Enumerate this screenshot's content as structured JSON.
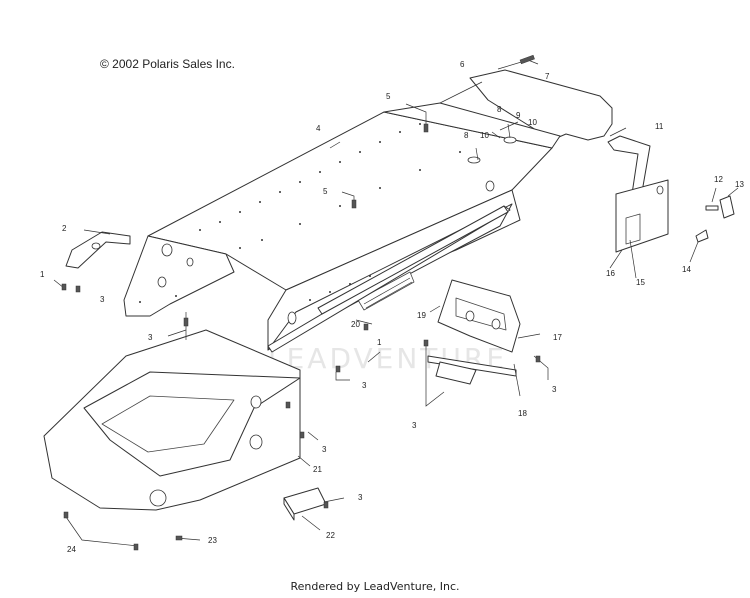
{
  "header": {
    "copyright": "© 2002 Polaris Sales Inc."
  },
  "footer": {
    "rendered_by": "Rendered by LeadVenture, Inc."
  },
  "watermark": {
    "text": "LEADVENTURE"
  },
  "callouts": [
    "1",
    "2",
    "3",
    "3",
    "3",
    "3",
    "3",
    "3",
    "3",
    "4",
    "5",
    "5",
    "6",
    "7",
    "8",
    "8",
    "9",
    "10",
    "10",
    "11",
    "12",
    "13",
    "14",
    "15",
    "16",
    "17",
    "18",
    "19",
    "20",
    "21",
    "22",
    "23",
    "24",
    "1"
  ]
}
